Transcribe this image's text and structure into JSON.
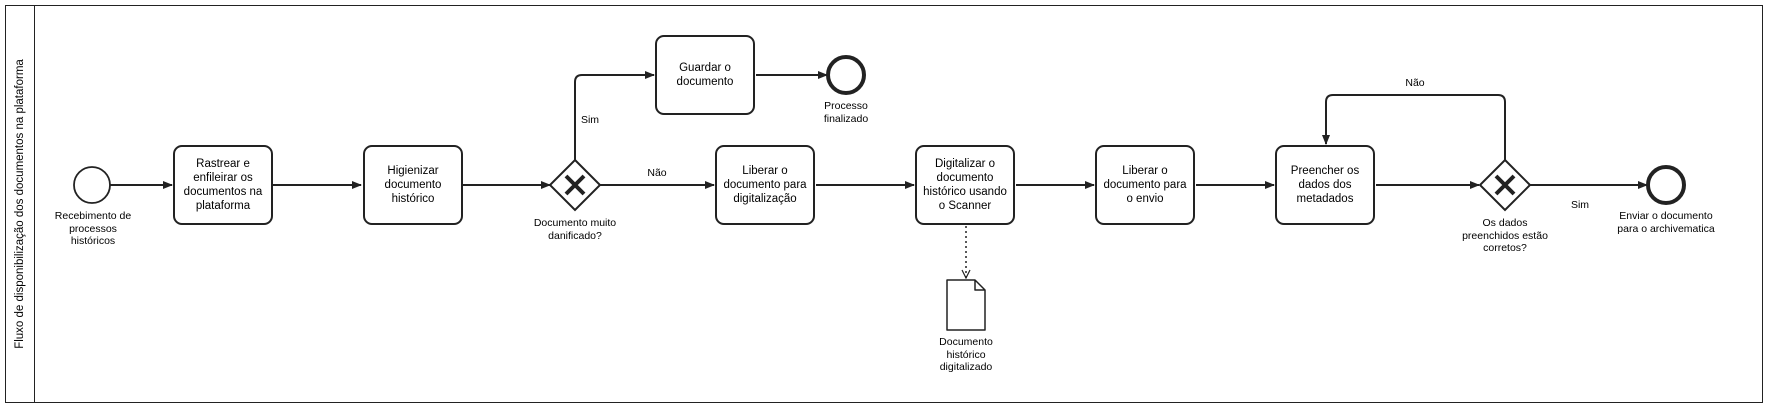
{
  "lane": {
    "label": "Fluxo de disponibilização dos documentos na plataforma"
  },
  "events": {
    "start": "Recebimento de processos históricos",
    "end_finalized": "Processo finalizado",
    "end_send": "Enviar o documento para o archivematica"
  },
  "tasks": {
    "rastrear": "Rastrear e enfileirar os documentos na plataforma",
    "higienizar": "Higienizar documento histórico",
    "guardar": "Guardar o documento",
    "liberar_digitalizacao": "Liberar o documento para digitalização",
    "digitalizar": "Digitalizar o documento histórico usando o Scanner",
    "liberar_envio": "Liberar o documento para o envio",
    "preencher": "Preencher os dados dos metadados"
  },
  "gateways": {
    "danificado": "Documento muito danificado?",
    "corretos": "Os dados preenchidos estão corretos?"
  },
  "data_object": {
    "label": "Documento histórico digitalizado"
  },
  "edge_labels": {
    "sim_top": "Sim",
    "nao_mid": "Não",
    "nao_loop": "Não",
    "sim_end": "Sim"
  }
}
